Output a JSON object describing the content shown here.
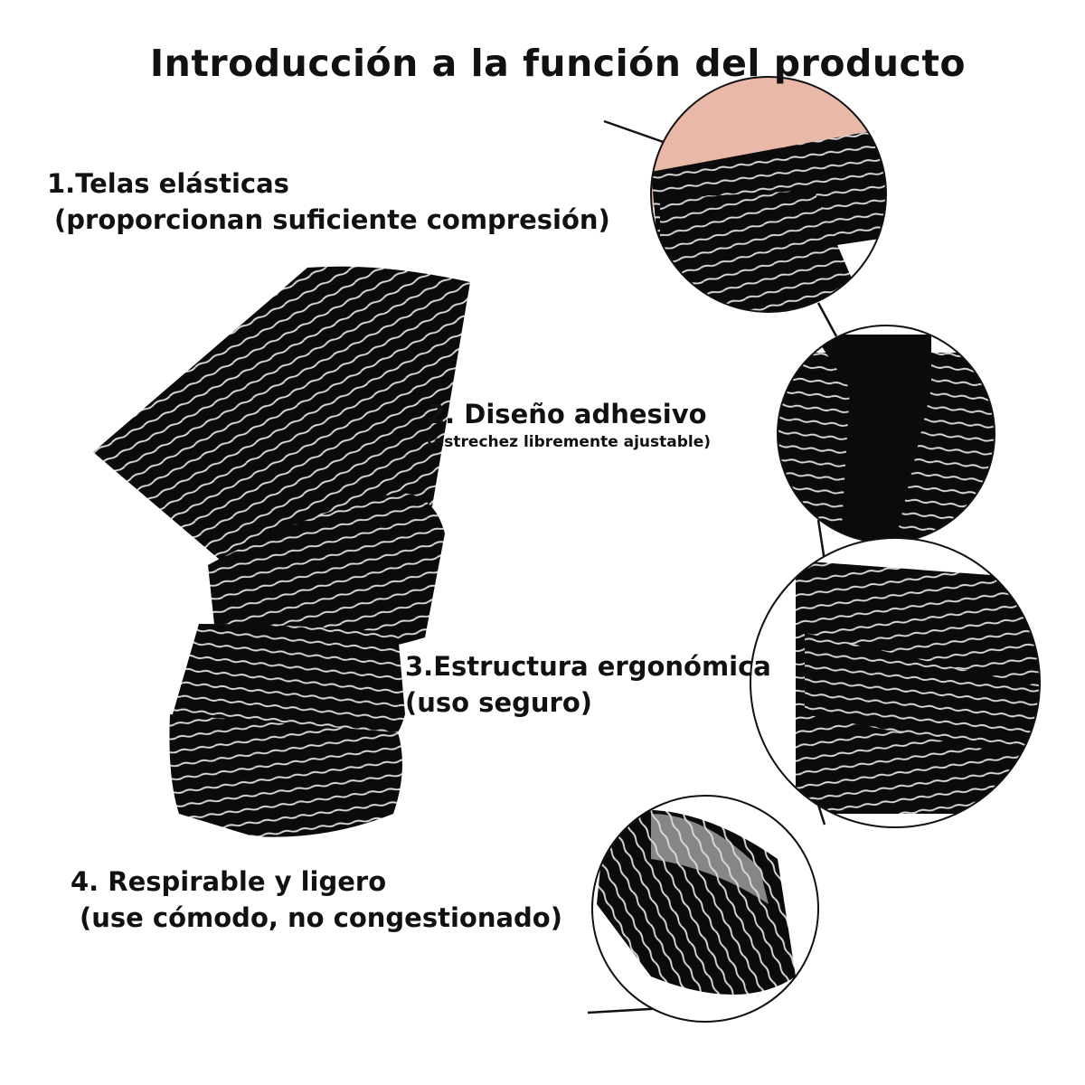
{
  "title": "Introducción a la función del producto",
  "features": [
    {
      "title": "1.Telas elásticas",
      "subtitle": " (proporcionan suficiente compresión)"
    },
    {
      "title": "2. Diseño adhesivo",
      "subtitle": "(estrechez libremente ajustable)"
    },
    {
      "title": "3.Estructura ergonómica",
      "subtitle": "(uso seguro)"
    },
    {
      "title": "4. Respirable y ligero",
      "subtitle": " (use cómodo, no congestionado)"
    }
  ],
  "colors": {
    "fabric": "#0b0b0b",
    "stripe": "#d9d9d9",
    "line": "#111111",
    "skin": "#e9b8a8"
  }
}
